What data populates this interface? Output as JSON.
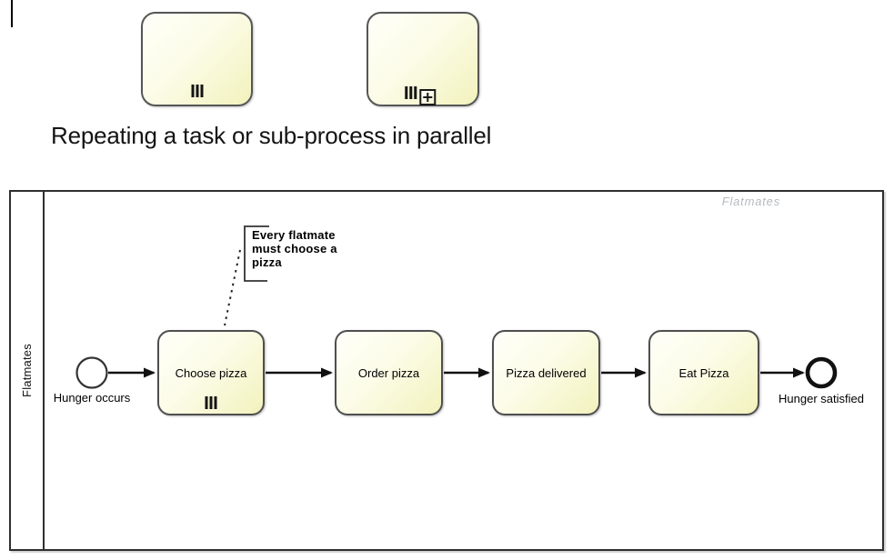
{
  "caption": "Repeating a task or sub-process in parallel",
  "legend": {
    "task_marker_icon": "parallel-multi-instance",
    "subprocess_marker_icon": "collapsed-subprocess-plus"
  },
  "diagram": {
    "watermark": "Flatmates",
    "lane_label": "Flatmates",
    "start_event_label": "Hunger occurs",
    "end_event_label": "Hunger satisfied",
    "tasks": [
      {
        "label": "Choose pizza",
        "multi_instance": true
      },
      {
        "label": "Order pizza",
        "multi_instance": false
      },
      {
        "label": "Pizza delivered",
        "multi_instance": false
      },
      {
        "label": "Eat Pizza",
        "multi_instance": false
      }
    ],
    "annotation_lines": [
      "Every flatmate",
      "must choose a",
      "pizza"
    ]
  },
  "colors": {
    "task_fill_light": "#fffff9",
    "task_fill_dark": "#f2f2bd",
    "task_border": "#4f4f4f",
    "pool_border": "#2f2f2f",
    "flow_color": "#111111",
    "watermark_color": "#b6bac0"
  }
}
